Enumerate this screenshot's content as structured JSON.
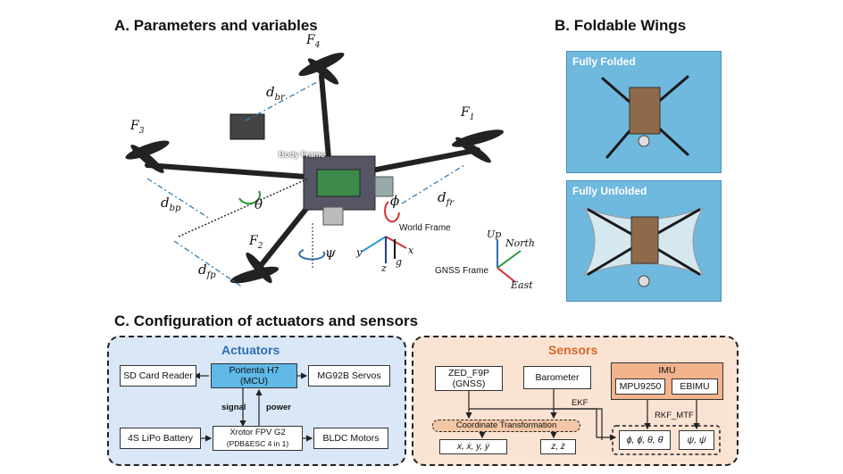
{
  "section_a": {
    "title": "A. Parameters and variables",
    "labels": {
      "f1": "F",
      "f1_sub": "1",
      "f2": "F",
      "f2_sub": "2",
      "f3": "F",
      "f3_sub": "3",
      "f4": "F",
      "f4_sub": "4",
      "dbr": "d",
      "dbr_sub": "br",
      "dbp": "d",
      "dbp_sub": "bp",
      "dfp": "d",
      "dfp_sub": "fp",
      "dfr": "d",
      "dfr_sub": "fr",
      "theta": "θ",
      "phi": "ϕ",
      "psi": "ψ",
      "body_frame": "Body Frame",
      "world_frame": "World Frame",
      "gnss_frame": "GNSS Frame",
      "axis_y": "y",
      "axis_x": "x",
      "axis_z": "z",
      "axis_g": "g",
      "up": "Up",
      "north": "North",
      "east": "East"
    }
  },
  "section_b": {
    "title": "B. Foldable Wings",
    "photos": [
      {
        "label": "Fully Folded"
      },
      {
        "label": "Fully Unfolded"
      }
    ]
  },
  "section_c": {
    "title": "C. Configuration of actuators and sensors",
    "actuators": {
      "title": "Actuators",
      "title_color": "#2f6fb2",
      "bg": "#d9e7f6",
      "sd_card": "SD Card Reader",
      "mcu_line1": "Portenta H7",
      "mcu_line2": "(MCU)",
      "mcu_bg": "#5fb8e6",
      "servos": "MG92B Servos",
      "battery": "4S LiPo Battery",
      "esc_line1": "Xrotor FPV G2",
      "esc_line2": "(PDB&ESC 4 in 1)",
      "motors": "BLDC Motors",
      "signal": "signal",
      "power": "power"
    },
    "sensors": {
      "title": "Sensors",
      "title_color": "#d2692b",
      "bg": "#fbe3d3",
      "gnss_line1": "ZED_F9P",
      "gnss_line2": "(GNSS)",
      "barometer": "Barometer",
      "imu": "IMU",
      "imu_bg": "#f3b48d",
      "mpu": "MPU9250",
      "ebimu": "EBIMU",
      "ekf": "EKF",
      "rkf": "RKF_MTF",
      "coord": "Coordinate Transformation",
      "coord_bg": "#f3c6a6",
      "out1": "x, ẋ, y, ẏ",
      "out2": "z, ż",
      "out3": "ϕ, ϕ̇, θ, θ̇",
      "out4": "ψ, ψ̇"
    }
  }
}
